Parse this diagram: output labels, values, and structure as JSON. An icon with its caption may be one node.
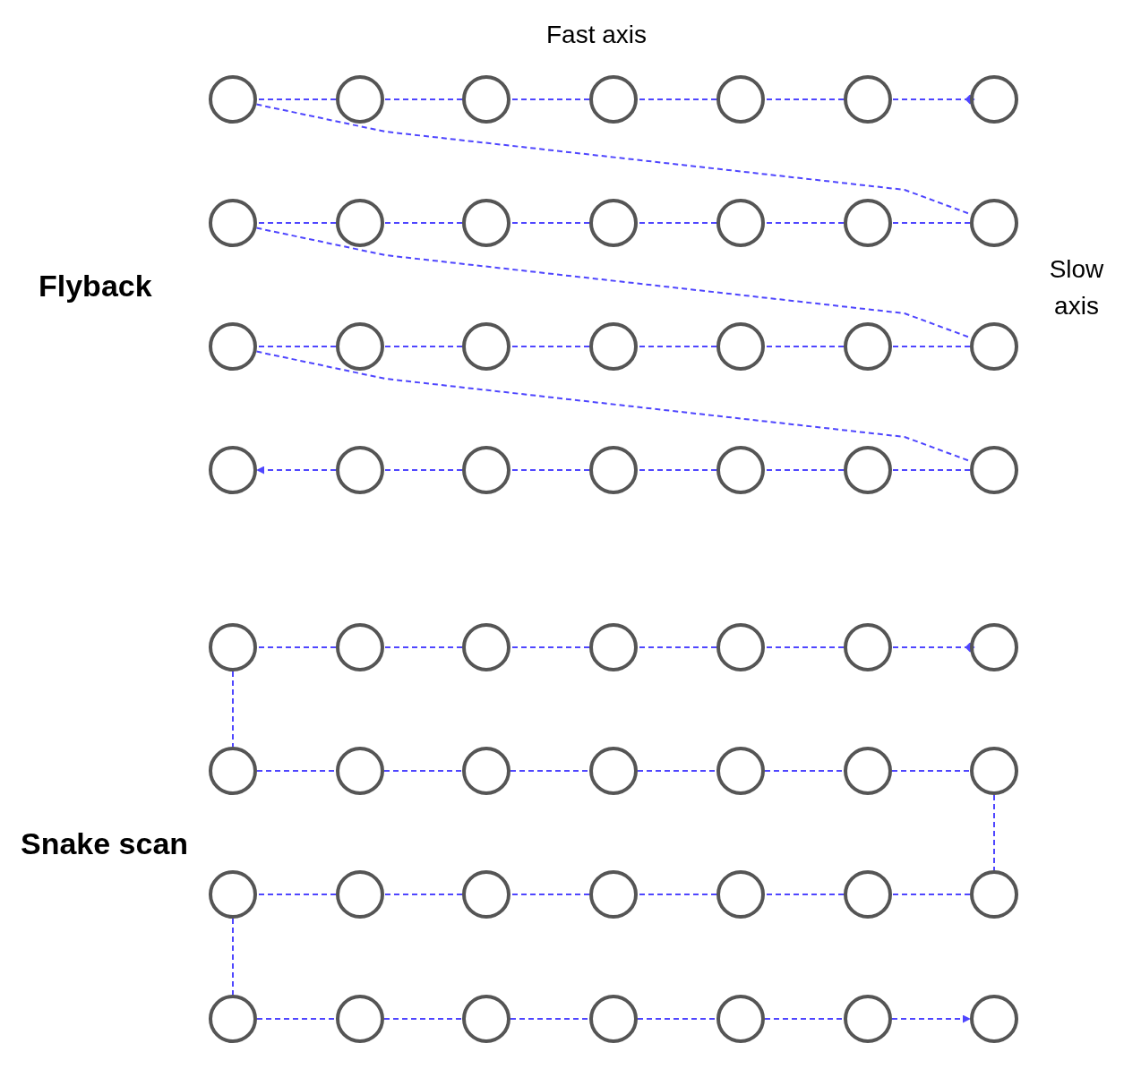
{
  "diagram": {
    "nodes": [
      {
        "text": [],
        "shape": "circle"
      },
      {
        "text": [],
        "shape": "circle"
      },
      {
        "text": [],
        "shape": "circle"
      },
      {
        "text": [],
        "shape": "circle"
      },
      {
        "text": [],
        "shape": "circle"
      },
      {
        "text": [],
        "shape": "circle"
      },
      {
        "text": [],
        "shape": "circle"
      },
      {
        "text": [],
        "shape": "circle"
      },
      {
        "text": [],
        "shape": "circle"
      },
      {
        "text": [],
        "shape": "circle"
      },
      {
        "text": [],
        "shape": "circle"
      },
      {
        "text": [],
        "shape": "circle"
      },
      {
        "text": [],
        "shape": "circle"
      },
      {
        "text": [],
        "shape": "circle"
      },
      {
        "text": [],
        "shape": "circle"
      },
      {
        "text": [],
        "shape": "circle"
      },
      {
        "text": [],
        "shape": "circle"
      },
      {
        "text": [],
        "shape": "circle"
      },
      {
        "text": [],
        "shape": "circle"
      },
      {
        "text": [],
        "shape": "circle"
      },
      {
        "text": [],
        "shape": "circle"
      },
      {
        "text": [],
        "shape": "circle"
      },
      {
        "text": [],
        "shape": "circle"
      },
      {
        "text": [],
        "shape": "circle"
      },
      {
        "text": [],
        "shape": "circle"
      },
      {
        "text": [],
        "shape": "circle"
      },
      {
        "text": [],
        "shape": "circle"
      },
      {
        "text": [],
        "shape": "circle"
      },
      {
        "text": [],
        "shape": "circle"
      },
      {
        "text": [],
        "shape": "circle"
      },
      {
        "text": [],
        "shape": "circle"
      },
      {
        "text": [],
        "shape": "circle"
      },
      {
        "text": [],
        "shape": "circle"
      },
      {
        "text": [],
        "shape": "circle"
      },
      {
        "text": [],
        "shape": "circle"
      },
      {
        "text": [],
        "shape": "circle"
      },
      {
        "text": [],
        "shape": "circle"
      },
      {
        "text": [],
        "shape": "circle"
      },
      {
        "text": [],
        "shape": "circle"
      },
      {
        "text": [],
        "shape": "circle"
      },
      {
        "text": [],
        "shape": "circle"
      },
      {
        "text": [],
        "shape": "circle"
      },
      {
        "text": [],
        "shape": "circle"
      },
      {
        "text": [],
        "shape": "circle"
      },
      {
        "text": [],
        "shape": "circle"
      },
      {
        "text": [],
        "shape": "circle"
      },
      {
        "text": [],
        "shape": "circle"
      },
      {
        "text": [],
        "shape": "circle"
      },
      {
        "text": [],
        "shape": "circle"
      },
      {
        "text": [],
        "shape": "circle"
      },
      {
        "text": [],
        "shape": "circle"
      },
      {
        "text": [],
        "shape": "circle"
      },
      {
        "text": [],
        "shape": "circle"
      },
      {
        "text": [],
        "shape": "circle"
      },
      {
        "text": [],
        "shape": "circle"
      },
      {
        "text": [],
        "shape": "circle"
      }
    ],
    "edges": [
      {
        "from": 6,
        "to": 5,
        "arrow": "other"
      },
      {
        "from": 5,
        "to": 4,
        "arrow": "none"
      },
      {
        "from": 4,
        "to": 3,
        "arrow": "none"
      },
      {
        "from": 3,
        "to": 2,
        "arrow": "none"
      },
      {
        "from": 2,
        "to": 1,
        "arrow": "none"
      },
      {
        "from": 1,
        "to": 0,
        "arrow": "none"
      },
      {
        "from": 0,
        "to": 13,
        "arrow": "none"
      },
      {
        "from": 13,
        "to": 12,
        "arrow": "none"
      },
      {
        "from": 12,
        "to": 11,
        "arrow": "none"
      },
      {
        "from": 11,
        "to": 10,
        "arrow": "none"
      },
      {
        "from": 10,
        "to": 9,
        "arrow": "none"
      },
      {
        "from": 9,
        "to": 8,
        "arrow": "none"
      },
      {
        "from": 8,
        "to": 7,
        "arrow": "none"
      },
      {
        "from": 7,
        "to": 20,
        "arrow": "none"
      },
      {
        "from": 20,
        "to": 19,
        "arrow": "none"
      },
      {
        "from": 19,
        "to": 18,
        "arrow": "none"
      },
      {
        "from": 18,
        "to": 17,
        "arrow": "none"
      },
      {
        "from": 17,
        "to": 16,
        "arrow": "none"
      },
      {
        "from": 16,
        "to": 15,
        "arrow": "none"
      },
      {
        "from": 15,
        "to": 14,
        "arrow": "none"
      },
      {
        "from": 14,
        "to": 27,
        "arrow": "none"
      },
      {
        "from": 27,
        "to": 26,
        "arrow": "none"
      },
      {
        "from": 26,
        "to": 25,
        "arrow": "none"
      },
      {
        "from": 25,
        "to": 24,
        "arrow": "none"
      },
      {
        "from": 24,
        "to": 23,
        "arrow": "none"
      },
      {
        "from": 23,
        "to": 22,
        "arrow": "none"
      },
      {
        "from": 22,
        "to": 21,
        "arrow": "to"
      },
      {
        "from": 34,
        "to": 33,
        "arrow": "other"
      },
      {
        "from": 33,
        "to": 32,
        "arrow": "none"
      },
      {
        "from": 32,
        "to": 31,
        "arrow": "none"
      },
      {
        "from": 31,
        "to": 30,
        "arrow": "none"
      },
      {
        "from": 30,
        "to": 29,
        "arrow": "none"
      },
      {
        "from": 29,
        "to": 28,
        "arrow": "none"
      },
      {
        "from": 28,
        "to": 35,
        "arrow": "none"
      },
      {
        "from": 35,
        "to": 36,
        "arrow": "none"
      },
      {
        "from": 36,
        "to": 37,
        "arrow": "none"
      },
      {
        "from": 37,
        "to": 38,
        "arrow": "none"
      },
      {
        "from": 38,
        "to": 39,
        "arrow": "none"
      },
      {
        "from": 39,
        "to": 40,
        "arrow": "none"
      },
      {
        "from": 40,
        "to": 41,
        "arrow": "none"
      },
      {
        "from": 41,
        "to": 48,
        "arrow": "none"
      },
      {
        "from": 48,
        "to": 47,
        "arrow": "none"
      },
      {
        "from": 47,
        "to": 46,
        "arrow": "none"
      },
      {
        "from": 46,
        "to": 45,
        "arrow": "none"
      },
      {
        "from": 45,
        "to": 44,
        "arrow": "none"
      },
      {
        "from": 44,
        "to": 43,
        "arrow": "none"
      },
      {
        "from": 43,
        "to": 42,
        "arrow": "none"
      },
      {
        "from": 42,
        "to": 49,
        "arrow": "none"
      },
      {
        "from": 49,
        "to": 50,
        "arrow": "none"
      },
      {
        "from": 50,
        "to": 51,
        "arrow": "none"
      },
      {
        "from": 51,
        "to": 52,
        "arrow": "none"
      },
      {
        "from": 52,
        "to": 53,
        "arrow": "none"
      },
      {
        "from": 53,
        "to": 54,
        "arrow": "none"
      },
      {
        "from": 54,
        "to": 55,
        "arrow": "to"
      }
    ],
    "labels": [
      "Fast axis",
      "Slow axis",
      "Flyback",
      "Snake scan"
    ]
  }
}
